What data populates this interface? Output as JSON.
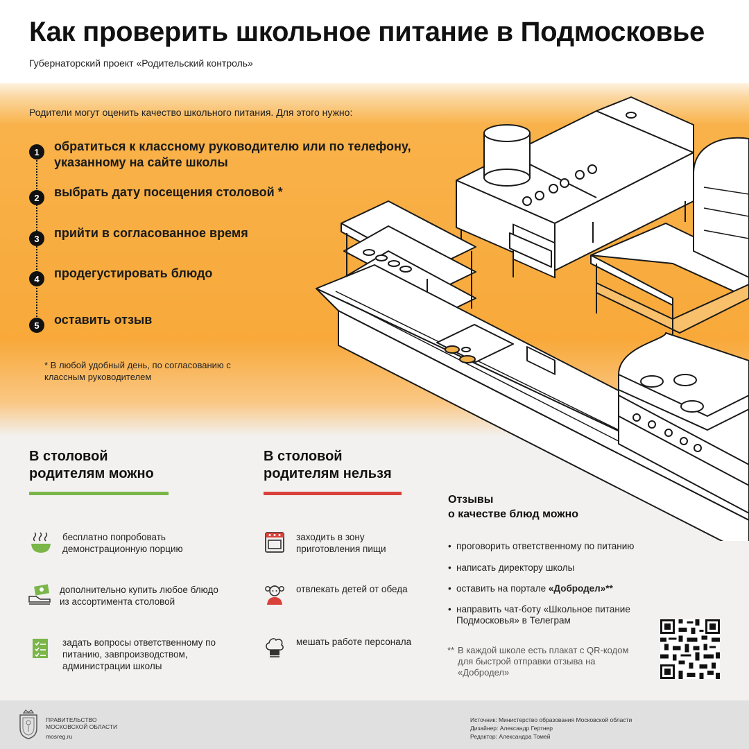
{
  "header": {
    "title": "Как проверить школьное питание в Подмосковье",
    "subtitle": "Губернаторский проект «Родительский контроль»"
  },
  "intro": "Родители могут оценить качество школьного питания. Для этого нужно:",
  "steps": [
    {
      "num": "1",
      "text": "обратиться к классному руководителю или по телефону, указанному на сайте школы"
    },
    {
      "num": "2",
      "text": "выбрать дату посещения столовой *"
    },
    {
      "num": "3",
      "text": "прийти в согласованное время"
    },
    {
      "num": "4",
      "text": "продегустировать блюдо"
    },
    {
      "num": "5",
      "text": "оставить отзыв"
    }
  ],
  "footnote_date": "* В любой удобный день, по согласованию с классным руководителем",
  "can": {
    "heading_line1": "В столовой",
    "heading_line2": "родителям можно",
    "accent": "#7ab648",
    "items": [
      {
        "icon": "bowl-icon",
        "text": "бесплатно попробовать демонстрационную порцию"
      },
      {
        "icon": "money-tray-icon",
        "text": "дополнительно купить любое блюдо из ассортимента столовой"
      },
      {
        "icon": "checklist-icon",
        "text": "задать вопросы ответственному по питанию, завпроизводством, администрации школы"
      }
    ]
  },
  "cannot": {
    "heading_line1": "В столовой",
    "heading_line2": "родителям нельзя",
    "accent": "#d9413a",
    "items": [
      {
        "icon": "oven-icon",
        "text": "заходить в зону приготовления пищи"
      },
      {
        "icon": "child-icon",
        "text": "отвлекать детей от обеда"
      },
      {
        "icon": "chef-hat-icon",
        "text": "мешать работе персонала"
      }
    ]
  },
  "feedback": {
    "heading_line1": "Отзывы",
    "heading_line2": "о качестве блюд можно",
    "items": [
      {
        "text": "проговорить ответственному по питанию"
      },
      {
        "text": "написать директору школы"
      },
      {
        "pre": "оставить на портале ",
        "bold": "«Добродел»",
        "post": "**"
      },
      {
        "text": "направить чат-боту «Школьное питание Подмосковья» в Телеграм"
      }
    ],
    "footnote_mark": "**",
    "footnote": "В каждой школе есть плакат с QR-кодом для быстрой отправки отзыва на «Добродел»"
  },
  "footer": {
    "gov_line1": "Правительство",
    "gov_line2": "Московской области",
    "gov_site": "mosreg.ru",
    "source": "Источник: Министерство образования Московской области",
    "designer": "Дизайнер: Александр Гертнер",
    "editor": "Редактор: Александра Томей"
  },
  "colors": {
    "orange": "#f8a93a",
    "green": "#7ab648",
    "red": "#d9413a",
    "background": "#f2f1f0"
  }
}
